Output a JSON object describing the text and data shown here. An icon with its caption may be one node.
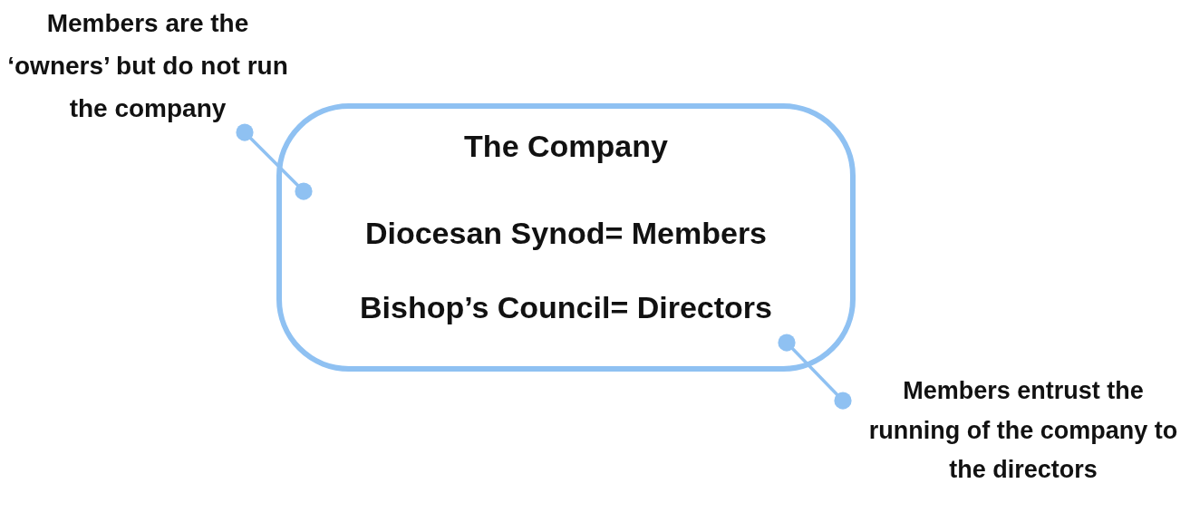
{
  "diagram": {
    "nodes": [
      {
        "text": [
          "The Company",
          "Diocesan Synod= Members",
          "Bishop’s Council= Directors"
        ]
      },
      {
        "text": [
          "Members are the ‘owners’ but do not run the company"
        ]
      },
      {
        "text": [
          "Members entrust the running of the company to the directors"
        ]
      }
    ],
    "edges": [
      {
        "from": 1,
        "to": 0,
        "arrow": "other"
      },
      {
        "from": 0,
        "to": 2,
        "arrow": "other"
      }
    ]
  }
}
